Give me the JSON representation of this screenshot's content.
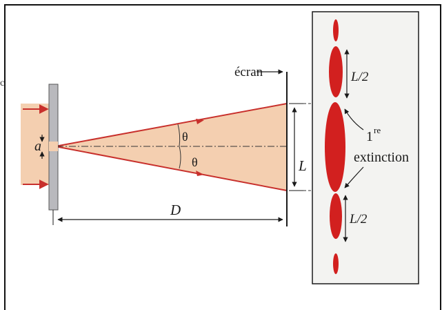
{
  "side_label": "c",
  "diagram": {
    "ecran_label": "écran",
    "L_label": "L",
    "D_label": "D",
    "a_label": "a",
    "theta_top": "θ",
    "theta_bottom": "θ",
    "L_half_top": "L/2",
    "L_half_bottom": "L/2",
    "extinction_number": "1",
    "extinction_sup": "re",
    "extinction_word": "extinction",
    "colors": {
      "beam_red": "#c8302c",
      "beam_fill": "#f4cfb0",
      "spot_red": "#d2201f",
      "panel_bg": "#f3f3f1"
    }
  }
}
